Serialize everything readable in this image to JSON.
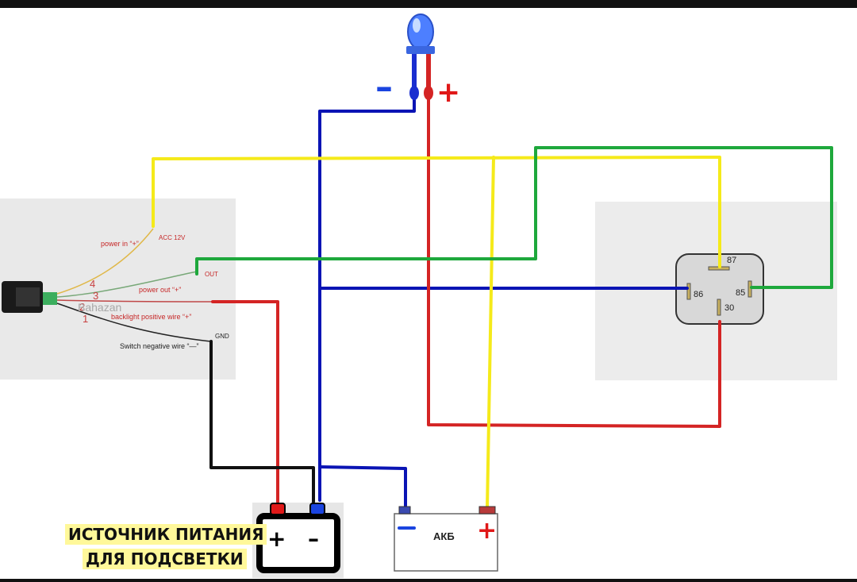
{
  "switch_panel": {
    "wires": [
      {
        "number": "4",
        "label": "power in  “+”",
        "terminal": "ACC 12V"
      },
      {
        "number": "3",
        "label": "power out  “+”",
        "terminal": "OUT"
      },
      {
        "number": "2",
        "label": "backlight positive wire “+”",
        "terminal": ""
      },
      {
        "number": "1",
        "label": "Switch negative wire  “—”",
        "terminal": "GND"
      }
    ],
    "watermark": "Bahazan"
  },
  "relay": {
    "pins": {
      "p87": "87",
      "p86": "86",
      "p85": "85",
      "p30": "30"
    }
  },
  "led": {
    "minus": "–",
    "plus": "+"
  },
  "backlight_source": {
    "plus": "+",
    "minus": "–",
    "caption_line1": "ИСТОЧНИК ПИТАНИЯ",
    "caption_line2": "ДЛЯ ПОДСВЕТКИ"
  },
  "battery": {
    "label": "АКБ",
    "minus": "–",
    "plus": "+"
  },
  "colors": {
    "blue": "#0a14b4",
    "red": "#d42424",
    "yellow": "#f5ea1a",
    "green": "#1ea83c",
    "black": "#111111"
  }
}
